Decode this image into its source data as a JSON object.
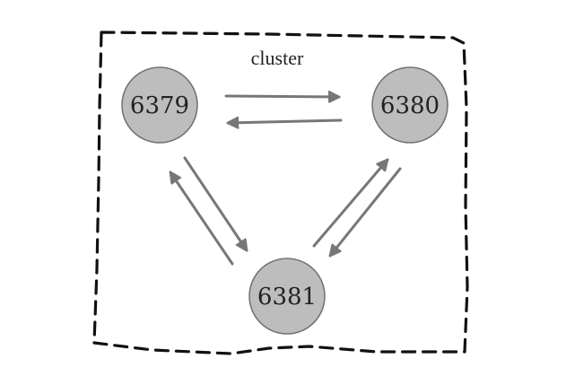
{
  "cluster": {
    "label": "cluster"
  },
  "nodes": [
    {
      "id": "n6379",
      "label": "6379"
    },
    {
      "id": "n6380",
      "label": "6380"
    },
    {
      "id": "n6381",
      "label": "6381"
    }
  ],
  "colors": {
    "node_fill": "#bdbdbd",
    "node_stroke": "#707070",
    "arrow": "#777777",
    "frame": "#111111",
    "text": "#222222"
  }
}
